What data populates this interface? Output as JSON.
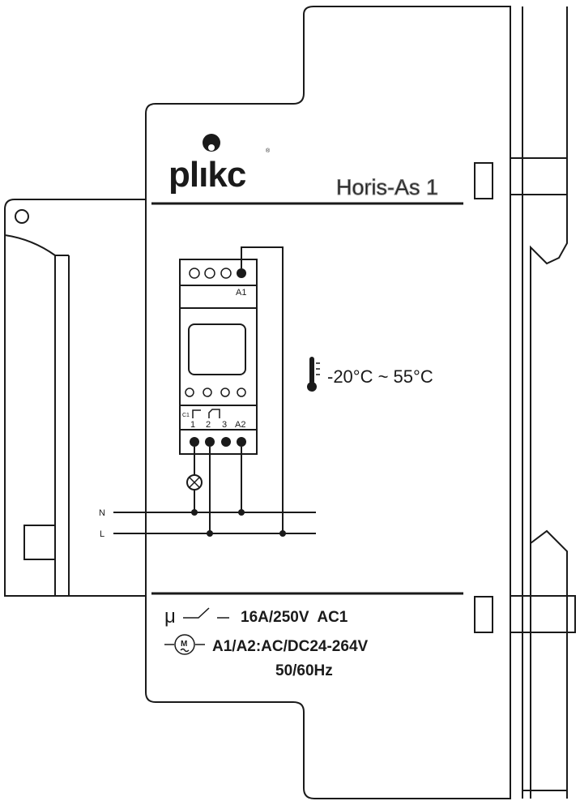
{
  "brand": {
    "name": "plikc",
    "registered": "®"
  },
  "model": "Horis-As 1",
  "device": {
    "top_terminal": "A1",
    "contact_label": "C1",
    "bottom_terminals": [
      "1",
      "2",
      "3",
      "A2"
    ]
  },
  "wiring": {
    "neutral": "N",
    "line": "L"
  },
  "temperature": "-20°C ~ 55°C",
  "ratings": {
    "relay_symbol": "μ",
    "contact_rating": "16A/250V  AC1",
    "motor_symbol": "M",
    "supply": "A1/A2:AC/DC24-264V",
    "frequency": "50/60Hz"
  },
  "colors": {
    "stroke": "#1a1a1a",
    "model_text": "#8a8a8a"
  }
}
